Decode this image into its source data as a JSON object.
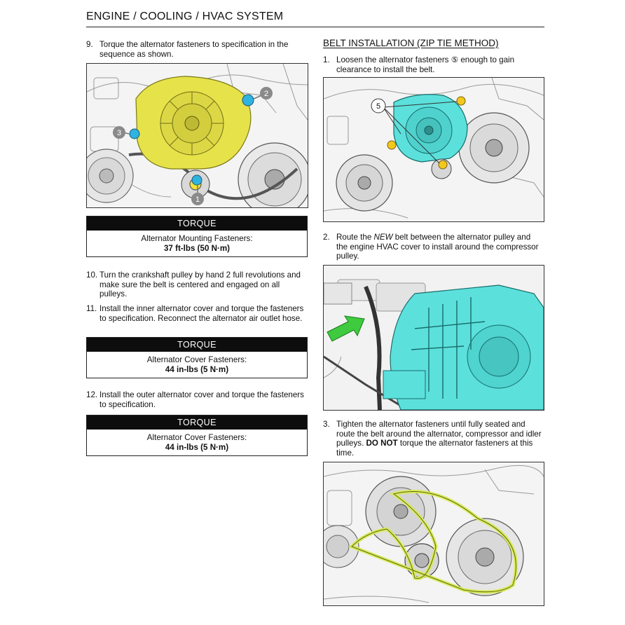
{
  "header": {
    "title": "ENGINE / COOLING / HVAC SYSTEM"
  },
  "left": {
    "step9": {
      "num": "9.",
      "text": "Torque the alternator fasteners to specification in the sequence as shown."
    },
    "fig1": {
      "callouts": [
        "1",
        "2",
        "3"
      ]
    },
    "torque1": {
      "head": "TORQUE",
      "label": "Alternator Mounting Fasteners:",
      "value": "37 ft-lbs (50 N·m)"
    },
    "step10": {
      "num": "10.",
      "text": "Turn the crankshaft pulley by hand 2 full revolutions and make sure the belt is centered and engaged on all pulleys."
    },
    "step11": {
      "num": "11.",
      "text": "Install the inner alternator cover and torque the fasteners to specification. Reconnect the alternator air outlet hose."
    },
    "torque2": {
      "head": "TORQUE",
      "label": "Alternator Cover Fasteners:",
      "value": "44 in-lbs (5 N·m)"
    },
    "step12": {
      "num": "12.",
      "text": "Install the outer alternator cover and torque the fasteners to specification."
    },
    "torque3": {
      "head": "TORQUE",
      "label": "Alternator Cover Fasteners:",
      "value": "44 in-lbs (5 N·m)"
    }
  },
  "right": {
    "section_title": "BELT INSTALLATION (ZIP TIE METHOD)",
    "step1": {
      "num": "1.",
      "text_before": "Loosen the alternator fasteners ",
      "circled": "⑤",
      "text_after": " enough to gain clearance to install the belt."
    },
    "fig2": {
      "callouts": [
        "5"
      ]
    },
    "step2": {
      "num": "2.",
      "text_before": "Route the ",
      "emphasis": "NEW",
      "text_after": " belt between the alternator pulley and the engine HVAC cover to install around the compressor pulley."
    },
    "step3": {
      "num": "3.",
      "text_before": "Tighten the alternator fasteners until fully seated and route the belt around the alternator, compressor and idler pulleys. ",
      "strong": "DO NOT",
      "text_after": " torque the alternator fasteners at this time."
    }
  },
  "colors": {
    "alternator_yellow": "#e6e24a",
    "alternator_cyan": "#5ce0dc",
    "fastener_yellow": "#f2c81c",
    "callout_gray": "#8a8a8a",
    "belt_green": "#d9ea5a",
    "arrow_green": "#3fca3f"
  },
  "icons": [
    "callout-circle",
    "green-arrow-icon",
    "circled-number-5"
  ]
}
